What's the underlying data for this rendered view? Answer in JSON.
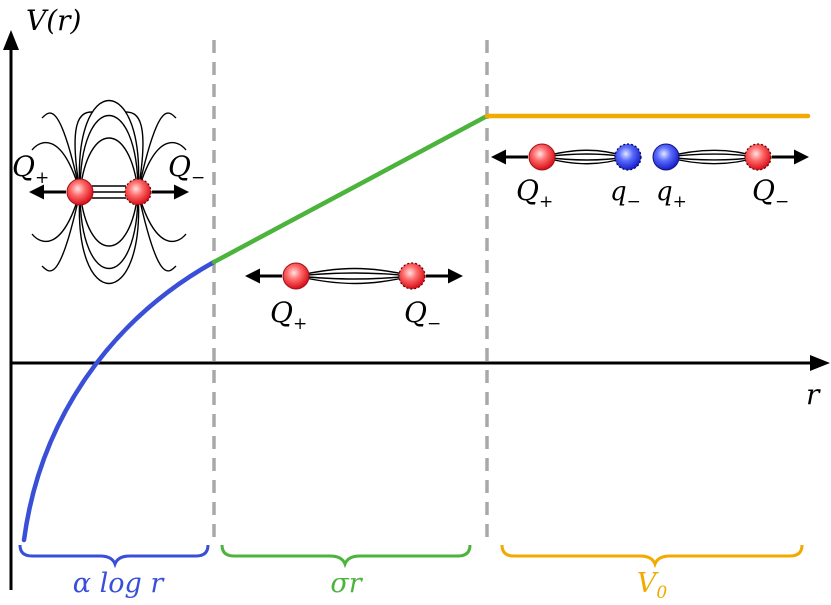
{
  "axes": {
    "y_label": "V(r)",
    "x_label": "r"
  },
  "regions": [
    {
      "key": "log",
      "label": "α log r",
      "color": "#3a4fd8"
    },
    {
      "key": "linear",
      "label": "σr",
      "color": "#4cb43c"
    },
    {
      "key": "const",
      "label": "V",
      "label_sub": "0",
      "color": "#f2a900"
    }
  ],
  "charges": {
    "Q_plus": "Q",
    "Q_minus": "Q",
    "q_plus": "q",
    "q_minus": "q",
    "plus_sub": "+",
    "minus_sub": "−"
  },
  "colors": {
    "axis": "#000000",
    "divider": "#a8a8a8",
    "red_charge": "#e8202a",
    "blue_charge": "#2a3ae0"
  }
}
